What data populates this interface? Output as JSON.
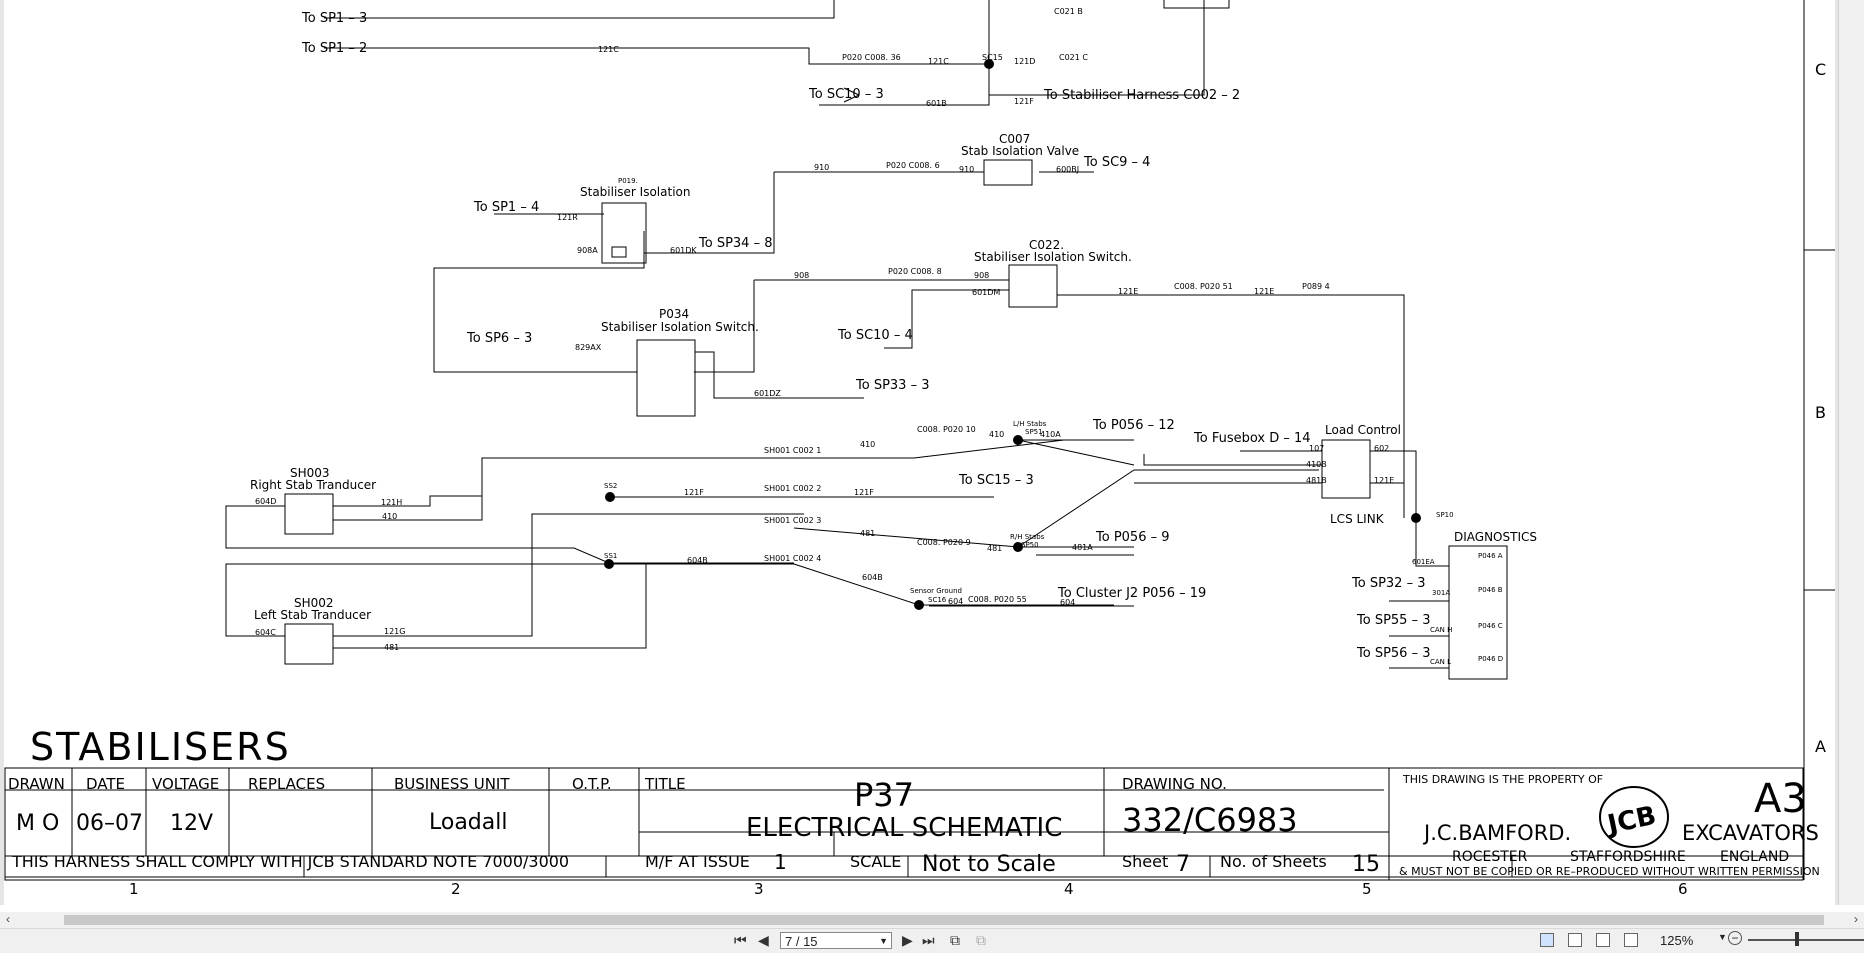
{
  "diagram": {
    "labels": {
      "sp1_3": "To SP1 – 3",
      "sp1_2": "To SP1 – 2",
      "w121c": "121C",
      "p020_c008_36": "P020 C008. 36",
      "w121c_b": "121C",
      "sc15": "SC15",
      "w121d": "121D",
      "c021c": "C021 C",
      "c021b": "C021 B",
      "sc10_3": "To SC10 – 3",
      "w601b": "601B",
      "w121f_top": "121F",
      "stab_harness": "To Stabiliser Harness C002 – 2",
      "c007": "C007",
      "stab_iso_valve": "Stab Isolation Valve",
      "w910": "910",
      "p020_c008_6": "P020 C008. 6",
      "w910_b": "910",
      "w600bj": "600BJ",
      "sc9_4": "To SC9 – 4",
      "p019": "P019.",
      "stab_isolation": "Stabiliser Isolation",
      "sp1_4": "To SP1 – 4",
      "w121r": "121R",
      "w908a": "908A",
      "w601dk": "601DK",
      "sp34_8": "To SP34 – 8",
      "w908": "908",
      "p020_c008_8": "P020 C008. 8",
      "w908_b": "908",
      "w601dm": "601DM",
      "c022": "C022.",
      "stab_iso_switch": "Stabiliser Isolation Switch.",
      "w121e": "121E",
      "c008_p020_51": "C008. P020 51",
      "w121e_b": "121E",
      "p089_4": "P089 4",
      "sc10_4": "To SC10 – 4",
      "p034": "P034",
      "stab_iso_switch2": "Stabiliser Isolation Switch.",
      "sp6_3": "To SP6 – 3",
      "w829ax": "829AX",
      "w601dz": "601DZ",
      "sp33_3": "To SP33 – 3",
      "c008_p020_10": "C008. P020 10",
      "w410": "410",
      "w410_b": "410",
      "lh_stabs": "L/H Stabs",
      "sp51": "SP51",
      "w410a": "410A",
      "p056_12": "To P056 – 12",
      "fusebox": "To Fusebox D – 14",
      "load_control": "Load Control",
      "w107": "107",
      "w602": "602",
      "w410b": "410B",
      "w481b": "481B",
      "w121e_c": "121E",
      "lcs_link": "LCS LINK",
      "sp10": "SP10",
      "sh003": "SH003",
      "right_stab": "Right Stab Tranducer",
      "w604d": "604D",
      "w121h": "121H",
      "w410_c": "410",
      "ss2": "SS2",
      "w121f": "121F",
      "sh001_c002_2": "SH001 C002 2",
      "w121f_b": "121F",
      "sc15_3": "To SC15 – 3",
      "sh001_c002_1": "SH001 C002 1",
      "sh001_c002_3": "SH001 C002 3",
      "w481": "481",
      "c008_p020_9": "C008. P020 9",
      "w481_b": "481",
      "rh_stabs": "R/H Stabs",
      "sp50": "SP50",
      "w481a": "481A",
      "p056_9": "To P056 – 9",
      "diagnostics": "DIAGNOSTICS",
      "w601ea": "601EA",
      "p046a": "P046 A",
      "sp32_3": "To SP32 – 3",
      "w301a": "301A",
      "p046b": "P046 B",
      "sp55_3": "To SP55 – 3",
      "canh": "CAN H",
      "p046c": "P046 C",
      "sp56_3": "To SP56 – 3",
      "canl": "CAN L",
      "p046d": "P046 D",
      "ss1": "SS1",
      "w604b": "604B",
      "sh001_c002_4": "SH001 C002 4",
      "w604b_b": "604B",
      "sensor_ground": "Sensor Ground",
      "sc16": "SC16",
      "w604": "604",
      "c008_p020_55": "C008. P020 55",
      "w604_b": "604",
      "cluster": "To Cluster J2 P056 – 19",
      "sh002": "SH002",
      "left_stab": "Left Stab Tranducer",
      "w604c": "604C",
      "w121g": "121G",
      "w481_c": "481"
    },
    "margin_letters": [
      "C",
      "B",
      "A"
    ]
  },
  "titleblock": {
    "section_title": "STABILISERS",
    "drawn_h": "DRAWN",
    "drawn_v": "M O",
    "date_h": "DATE",
    "date_v": "06–07",
    "voltage_h": "VOLTAGE",
    "voltage_v": "12V",
    "replaces_h": "REPLACES",
    "bu_h": "BUSINESS UNIT",
    "bu_v": "Loadall",
    "otp_h": "O.T.P.",
    "title_h": "TITLE",
    "title_1": "P37",
    "title_2": "ELECTRICAL SCHEMATIC",
    "dwg_h": "DRAWING NO.",
    "dwg_v": "332/C6983",
    "property": "THIS DRAWING IS THE PROPERTY OF",
    "size": "A3",
    "company": "J.C.BAMFORD.",
    "logo": "JCB",
    "division": "EXCAVATORS",
    "loc1": "ROCESTER",
    "loc2": "STAFFORDSHIRE",
    "loc3": "ENGLAND",
    "copy": "& MUST NOT BE COPIED OR RE–PRODUCED WITHOUT WRITTEN PERMISSION",
    "harness_note": "THIS HARNESS SHALL COMPLY WITH JCB STANDARD NOTE 7000/3000",
    "mf_h": "M/F AT ISSUE",
    "mf_v": "1",
    "scale_h": "SCALE",
    "scale_v": "Not to Scale",
    "sheet_h": "Sheet",
    "sheet_v": "7",
    "nos_h": "No. of Sheets",
    "nos_v": "15",
    "zones": [
      "1",
      "2",
      "3",
      "4",
      "5",
      "6"
    ]
  },
  "viewer": {
    "page_field": "7 / 15",
    "zoom": "125%"
  }
}
